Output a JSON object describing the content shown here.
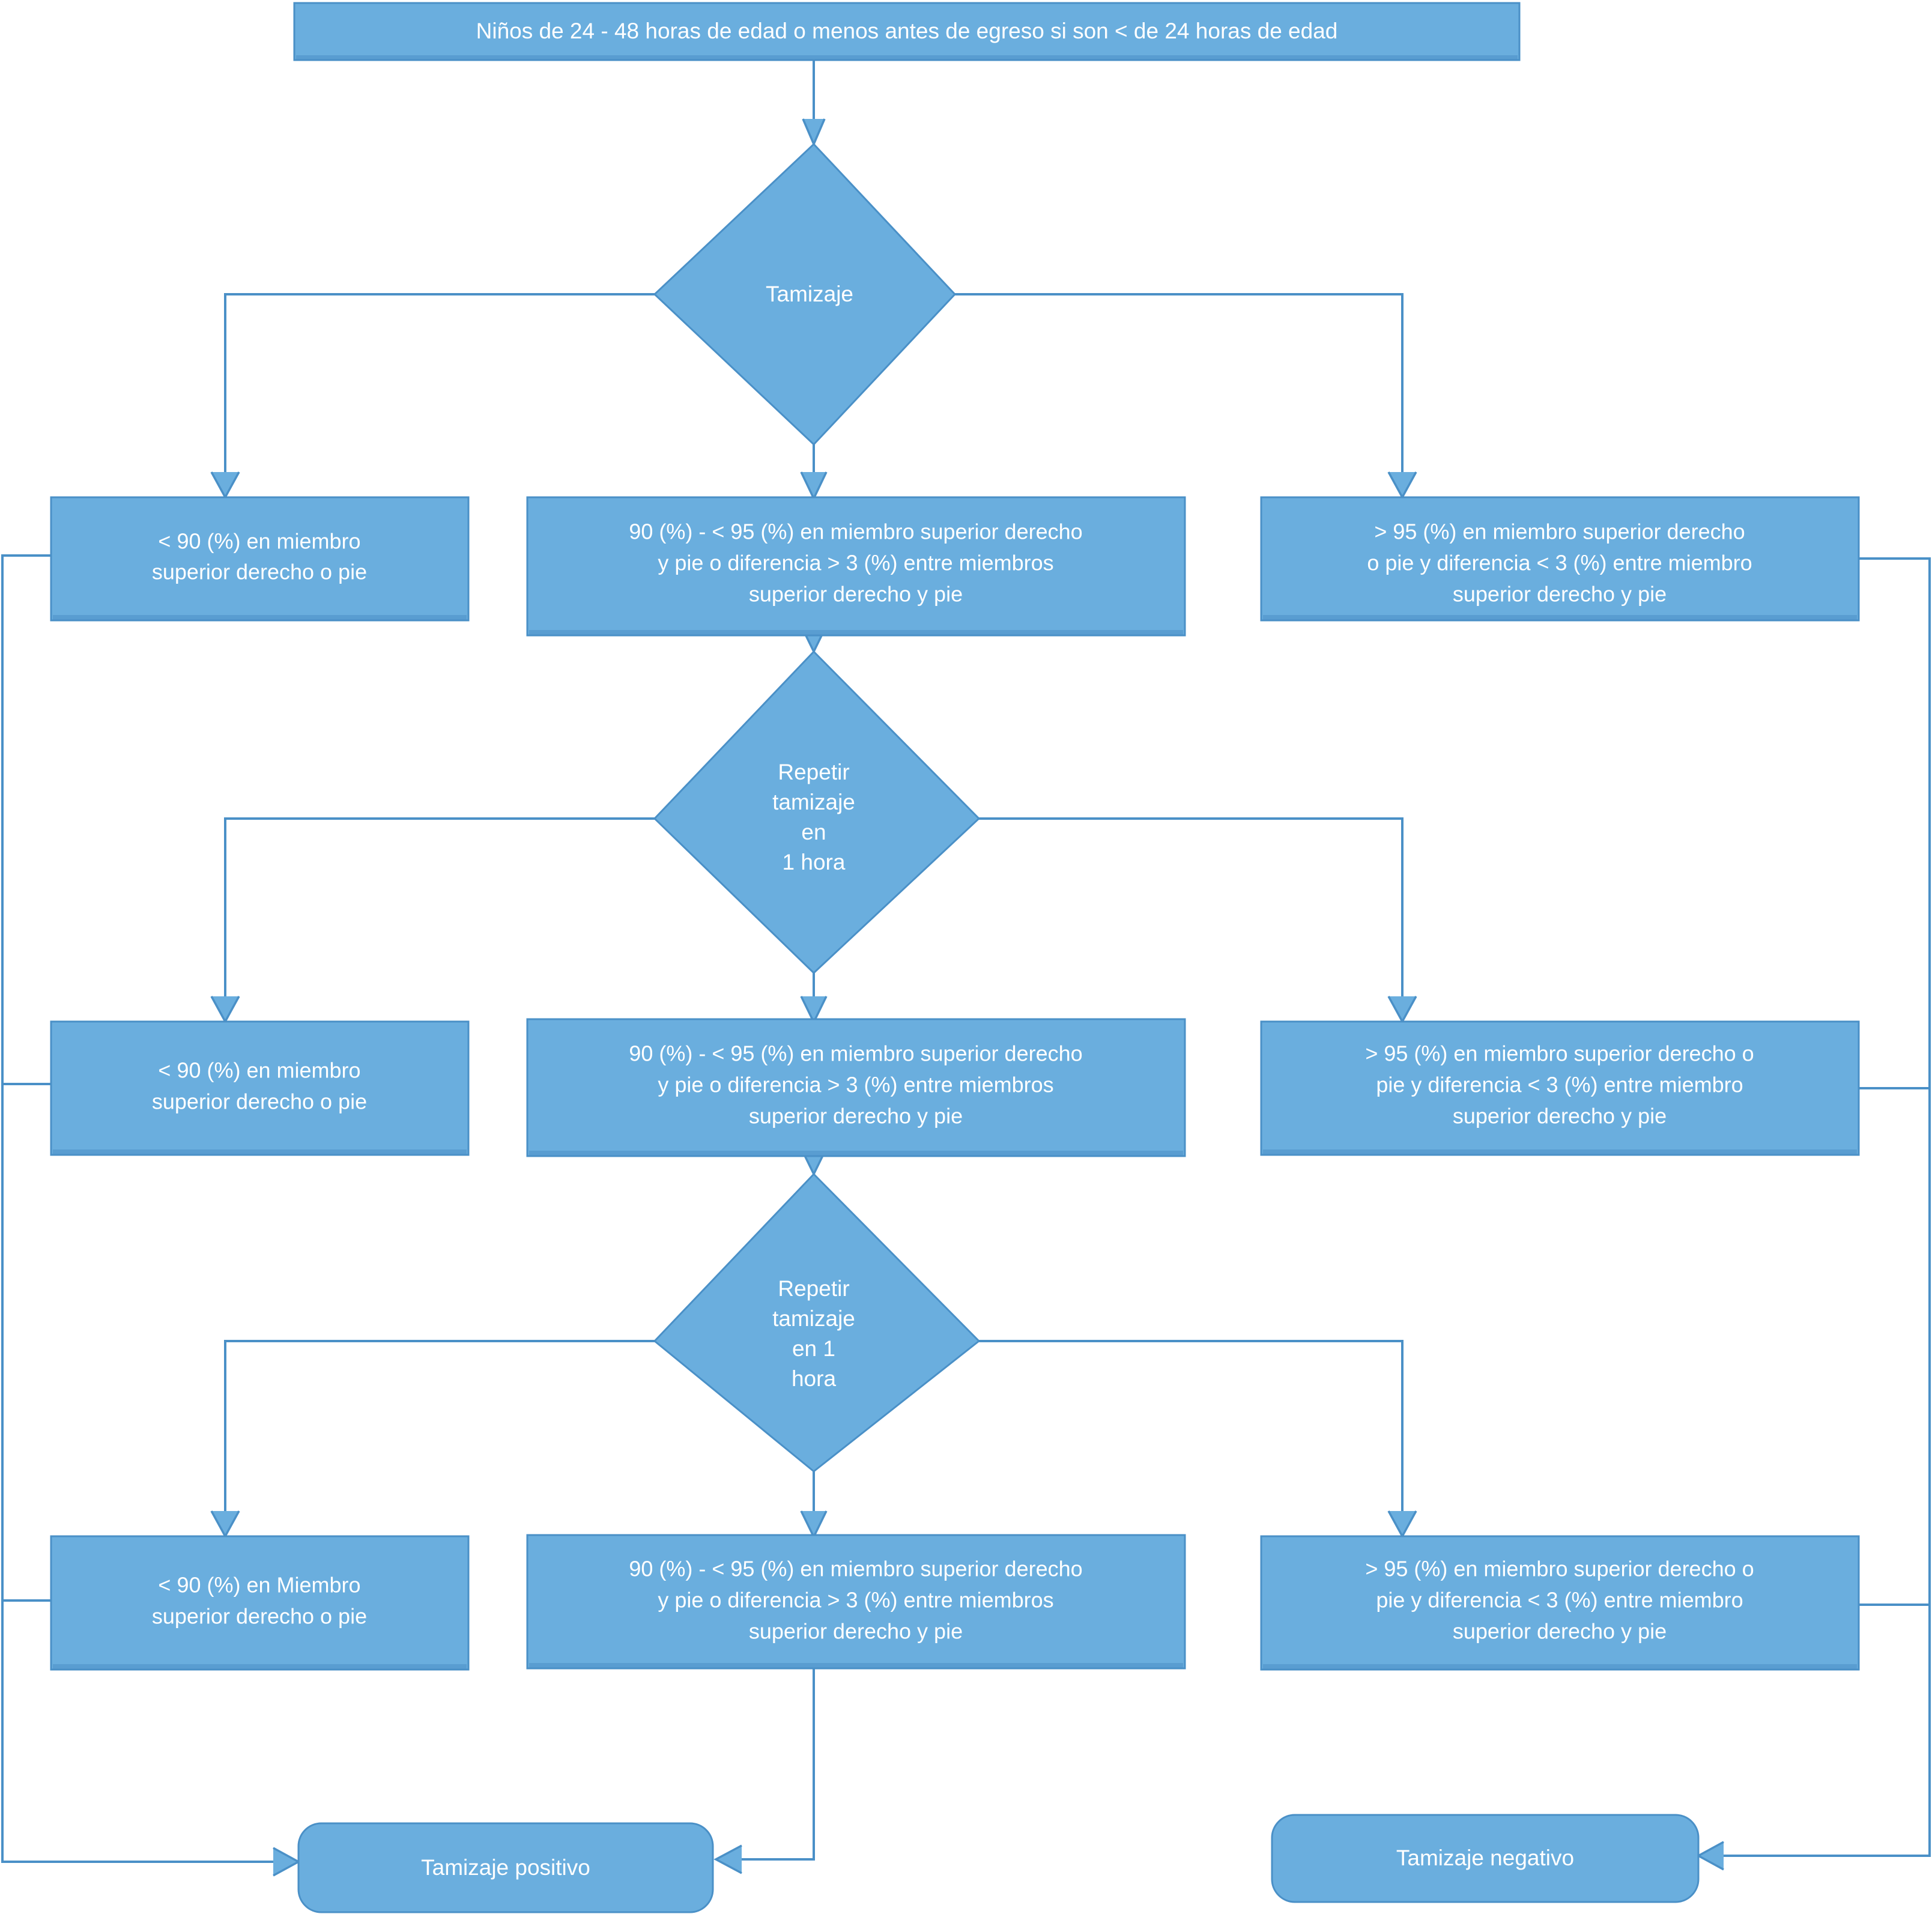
{
  "diagram": {
    "title_node": {
      "id": "start",
      "label": "Niños de 24 - 48 horas de edad o menos antes de egreso si son < de 24 horas de edad"
    },
    "decisions": [
      {
        "id": "tamizaje",
        "label": "Tamizaje",
        "lines": [
          "Tamizaje"
        ]
      },
      {
        "id": "repetir-1",
        "label": "Repetir tamizaje en 1 hora",
        "lines": [
          "Repetir",
          "tamizaje",
          "en",
          "1 hora"
        ]
      },
      {
        "id": "repetir-2",
        "label": "Repetir tamizaje en 1 hora",
        "lines": [
          "Repetir",
          "tamizaje",
          "en 1",
          "hora"
        ]
      }
    ],
    "rows": [
      {
        "id": "row-1",
        "left": {
          "id": "row1-low",
          "lines": [
            "< 90 (%) en miembro",
            "superior derecho o pie"
          ]
        },
        "middle": {
          "id": "row1-mid",
          "lines": [
            "90 (%) - < 95 (%) en miembro superior derecho",
            "y pie o diferencia > 3 (%) entre miembros",
            "superior derecho y pie"
          ]
        },
        "right": {
          "id": "row1-high",
          "lines": [
            "> 95 (%) en miembro superior derecho",
            "o pie y diferencia < 3 (%) entre miembro",
            "superior derecho y pie"
          ]
        }
      },
      {
        "id": "row-2",
        "left": {
          "id": "row2-low",
          "lines": [
            "< 90 (%) en miembro",
            "superior derecho o pie"
          ]
        },
        "middle": {
          "id": "row2-mid",
          "lines": [
            "90 (%) - < 95 (%) en miembro superior derecho",
            "y pie o diferencia > 3 (%) entre miembros",
            "superior derecho y pie"
          ]
        },
        "right": {
          "id": "row2-high",
          "lines": [
            "> 95 (%) en miembro superior derecho o",
            "pie y diferencia < 3 (%) entre miembro",
            "superior derecho y pie"
          ]
        }
      },
      {
        "id": "row-3",
        "left": {
          "id": "row3-low",
          "lines": [
            "< 90 (%) en Miembro",
            "superior derecho o pie"
          ]
        },
        "middle": {
          "id": "row3-mid",
          "lines": [
            "90 (%) - < 95 (%) en miembro superior derecho",
            "y pie o diferencia > 3 (%) entre miembros",
            "superior derecho y pie"
          ]
        },
        "right": {
          "id": "row3-high",
          "lines": [
            "> 95 (%) en miembro superior derecho o",
            "pie y diferencia < 3 (%) entre miembro",
            "superior derecho y pie"
          ]
        }
      }
    ],
    "terminals": [
      {
        "id": "positivo",
        "label": "Tamizaje positivo"
      },
      {
        "id": "negativo",
        "label": "Tamizaje negativo"
      }
    ],
    "colors": {
      "node_fill": "#6aaede",
      "node_stroke": "#4a90c7",
      "edge": "#4a90c7",
      "text": "#ffffff",
      "background": "#ffffff"
    }
  }
}
